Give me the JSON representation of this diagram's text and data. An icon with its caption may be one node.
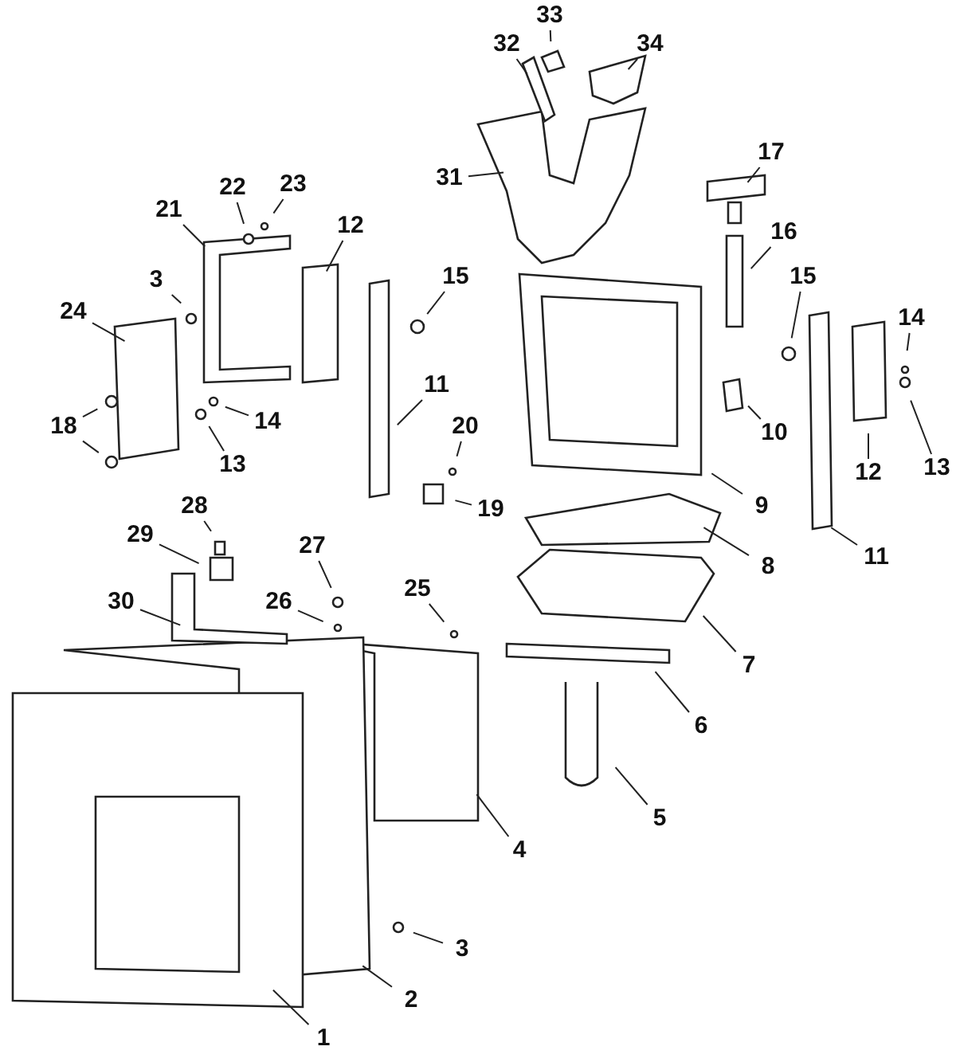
{
  "diagram": {
    "nodes": [
      {
        "text": [
          "33"
        ]
      },
      {
        "text": [
          "32"
        ]
      },
      {
        "text": [
          "34"
        ]
      },
      {
        "text": [
          "17"
        ]
      },
      {
        "text": [
          "31"
        ]
      },
      {
        "text": [
          "22"
        ]
      },
      {
        "text": [
          "23"
        ]
      },
      {
        "text": [
          "21"
        ]
      },
      {
        "text": [
          "12"
        ]
      },
      {
        "text": [
          "16"
        ]
      },
      {
        "text": [
          "3"
        ]
      },
      {
        "text": [
          "15"
        ]
      },
      {
        "text": [
          "15"
        ]
      },
      {
        "text": [
          "24"
        ]
      },
      {
        "text": [
          "14"
        ]
      },
      {
        "text": [
          "11"
        ]
      },
      {
        "text": [
          "18"
        ]
      },
      {
        "text": [
          "10"
        ]
      },
      {
        "text": [
          "20"
        ]
      },
      {
        "text": [
          "14"
        ]
      },
      {
        "text": [
          "13"
        ]
      },
      {
        "text": [
          "12"
        ]
      },
      {
        "text": [
          "13"
        ]
      },
      {
        "text": [
          "19"
        ]
      },
      {
        "text": [
          "9"
        ]
      },
      {
        "text": [
          "28"
        ]
      },
      {
        "text": [
          "29"
        ]
      },
      {
        "text": [
          "27"
        ]
      },
      {
        "text": [
          "11"
        ]
      },
      {
        "text": [
          "8"
        ]
      },
      {
        "text": [
          "25"
        ]
      },
      {
        "text": [
          "30"
        ]
      },
      {
        "text": [
          "26"
        ]
      },
      {
        "text": [
          "7"
        ]
      },
      {
        "text": [
          "6"
        ]
      },
      {
        "text": [
          "5"
        ]
      },
      {
        "text": [
          "4"
        ]
      },
      {
        "text": [
          "3"
        ]
      },
      {
        "text": [
          "2"
        ]
      },
      {
        "text": [
          "1"
        ]
      }
    ],
    "edges": [
      {
        "from": 0,
        "to": null,
        "arrow": "none"
      },
      {
        "from": 1,
        "to": null,
        "arrow": "none"
      },
      {
        "from": 2,
        "to": null,
        "arrow": "none"
      },
      {
        "from": 3,
        "to": null,
        "arrow": "none"
      },
      {
        "from": 4,
        "to": null,
        "arrow": "none"
      },
      {
        "from": 5,
        "to": null,
        "arrow": "none"
      },
      {
        "from": 6,
        "to": null,
        "arrow": "none"
      },
      {
        "from": 7,
        "to": null,
        "arrow": "none"
      },
      {
        "from": 8,
        "to": null,
        "arrow": "none"
      },
      {
        "from": 9,
        "to": null,
        "arrow": "none"
      },
      {
        "from": 10,
        "to": null,
        "arrow": "none"
      },
      {
        "from": 11,
        "to": null,
        "arrow": "none"
      },
      {
        "from": 12,
        "to": null,
        "arrow": "none"
      },
      {
        "from": 13,
        "to": null,
        "arrow": "none"
      },
      {
        "from": 14,
        "to": null,
        "arrow": "none"
      },
      {
        "from": 15,
        "to": null,
        "arrow": "none"
      },
      {
        "from": 16,
        "to": null,
        "arrow": "none"
      },
      {
        "from": 16,
        "to": null,
        "arrow": "none"
      },
      {
        "from": 17,
        "to": null,
        "arrow": "none"
      },
      {
        "from": 18,
        "to": null,
        "arrow": "none"
      },
      {
        "from": 19,
        "to": null,
        "arrow": "none"
      },
      {
        "from": 20,
        "to": null,
        "arrow": "none"
      },
      {
        "from": 21,
        "to": null,
        "arrow": "none"
      },
      {
        "from": 22,
        "to": null,
        "arrow": "none"
      },
      {
        "from": 23,
        "to": null,
        "arrow": "none"
      },
      {
        "from": 24,
        "to": null,
        "arrow": "none"
      },
      {
        "from": 25,
        "to": null,
        "arrow": "none"
      },
      {
        "from": 26,
        "to": null,
        "arrow": "none"
      },
      {
        "from": 27,
        "to": null,
        "arrow": "none"
      },
      {
        "from": 28,
        "to": null,
        "arrow": "none"
      },
      {
        "from": 29,
        "to": null,
        "arrow": "none"
      },
      {
        "from": 30,
        "to": null,
        "arrow": "none"
      },
      {
        "from": 31,
        "to": null,
        "arrow": "none"
      },
      {
        "from": 32,
        "to": null,
        "arrow": "none"
      },
      {
        "from": 33,
        "to": null,
        "arrow": "none"
      },
      {
        "from": 34,
        "to": null,
        "arrow": "none"
      },
      {
        "from": 35,
        "to": null,
        "arrow": "none"
      },
      {
        "from": 36,
        "to": null,
        "arrow": "none"
      },
      {
        "from": 37,
        "to": null,
        "arrow": "none"
      },
      {
        "from": 38,
        "to": null,
        "arrow": "none"
      },
      {
        "from": 39,
        "to": null,
        "arrow": "none"
      }
    ]
  }
}
